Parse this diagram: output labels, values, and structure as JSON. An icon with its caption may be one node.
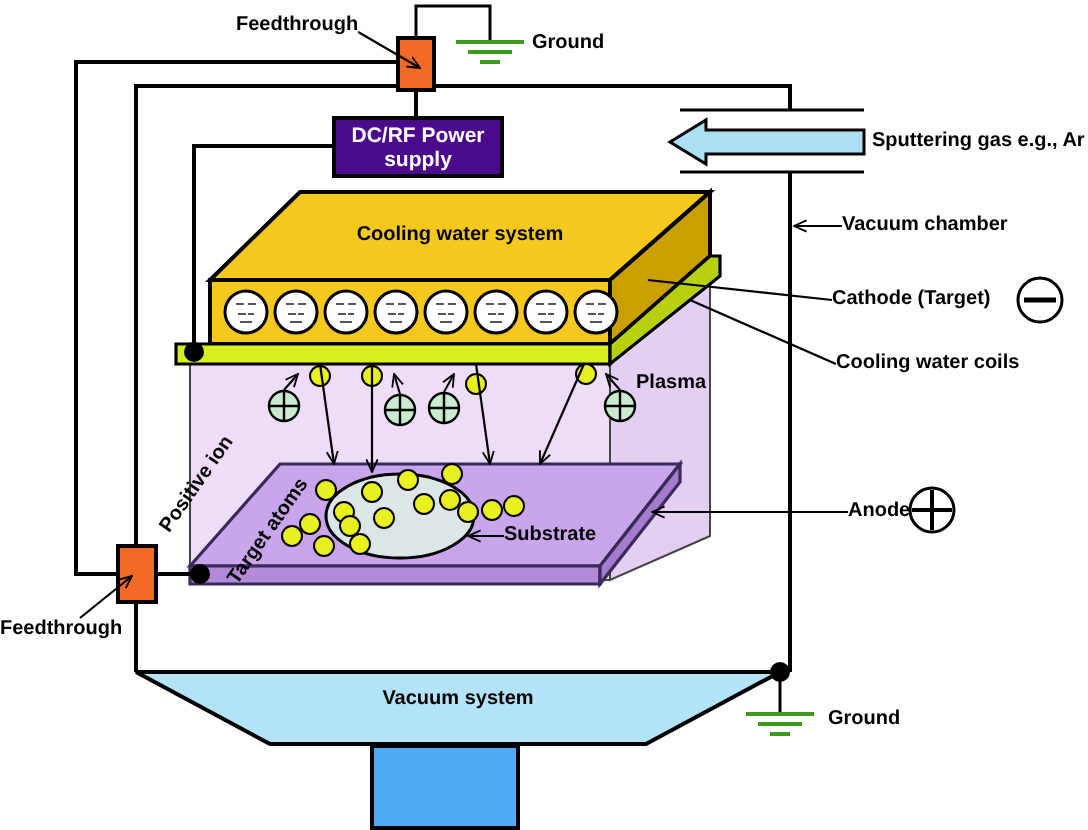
{
  "diagram": {
    "nodes": [
      {
        "text": [
          "Feedthrough"
        ]
      },
      {
        "text": [],
        "shape": "box"
      },
      {
        "text": [
          "DC/RF Power supply"
        ]
      },
      {
        "text": [
          "Cooling water system"
        ]
      },
      {
        "text": [
          "Vacuum chamber"
        ]
      },
      {
        "text": [
          "Cathode (Target)"
        ]
      },
      {
        "text": [],
        "shape": "bar"
      },
      {
        "text": [
          "Cooling water coils"
        ]
      },
      {
        "text": [],
        "shape": "bar"
      },
      {
        "text": [],
        "shape": "ellipse",
        "in": 8
      },
      {
        "text": [
          "Anode"
        ]
      },
      {
        "text": [
          "Substrate"
        ],
        "in": 8
      },
      {
        "text": [],
        "shape": "box"
      },
      {
        "text": [
          "Feedthrough"
        ]
      },
      {
        "text": [
          "Vacuum system"
        ]
      },
      {
        "text": [],
        "shape": "box"
      }
    ],
    "edges": [
      {
        "from": 0,
        "to": 1,
        "arrow": "to"
      },
      {
        "from": 1,
        "to": 2,
        "arrow": "none"
      },
      {
        "from": 1,
        "to": 12,
        "arrow": "none"
      },
      {
        "from": 2,
        "to": 6,
        "arrow": "other"
      },
      {
        "from": 4,
        "to": null,
        "arrow": "to"
      },
      {
        "from": 5,
        "to": 3,
        "arrow": "none"
      },
      {
        "from": 7,
        "to": 6,
        "arrow": "none"
      },
      {
        "from": 10,
        "to": 8,
        "arrow": "to"
      },
      {
        "from": 11,
        "to": 9,
        "arrow": "to"
      },
      {
        "from": 13,
        "to": 12,
        "arrow": "to"
      },
      {
        "from": 12,
        "to": 8,
        "arrow": "other"
      },
      {
        "from": 6,
        "to": 8,
        "arrow": "to"
      },
      {
        "from": 6,
        "to": 9,
        "arrow": "to"
      },
      {
        "from": 6,
        "to": 8,
        "arrow": "to"
      },
      {
        "from": 6,
        "to": 8,
        "arrow": "to"
      }
    ],
    "labels": [
      "Ground",
      "Sputtering gas e.g., Ar",
      "Plasma",
      "Positive ion",
      "Target atoms",
      "Ground"
    ]
  }
}
